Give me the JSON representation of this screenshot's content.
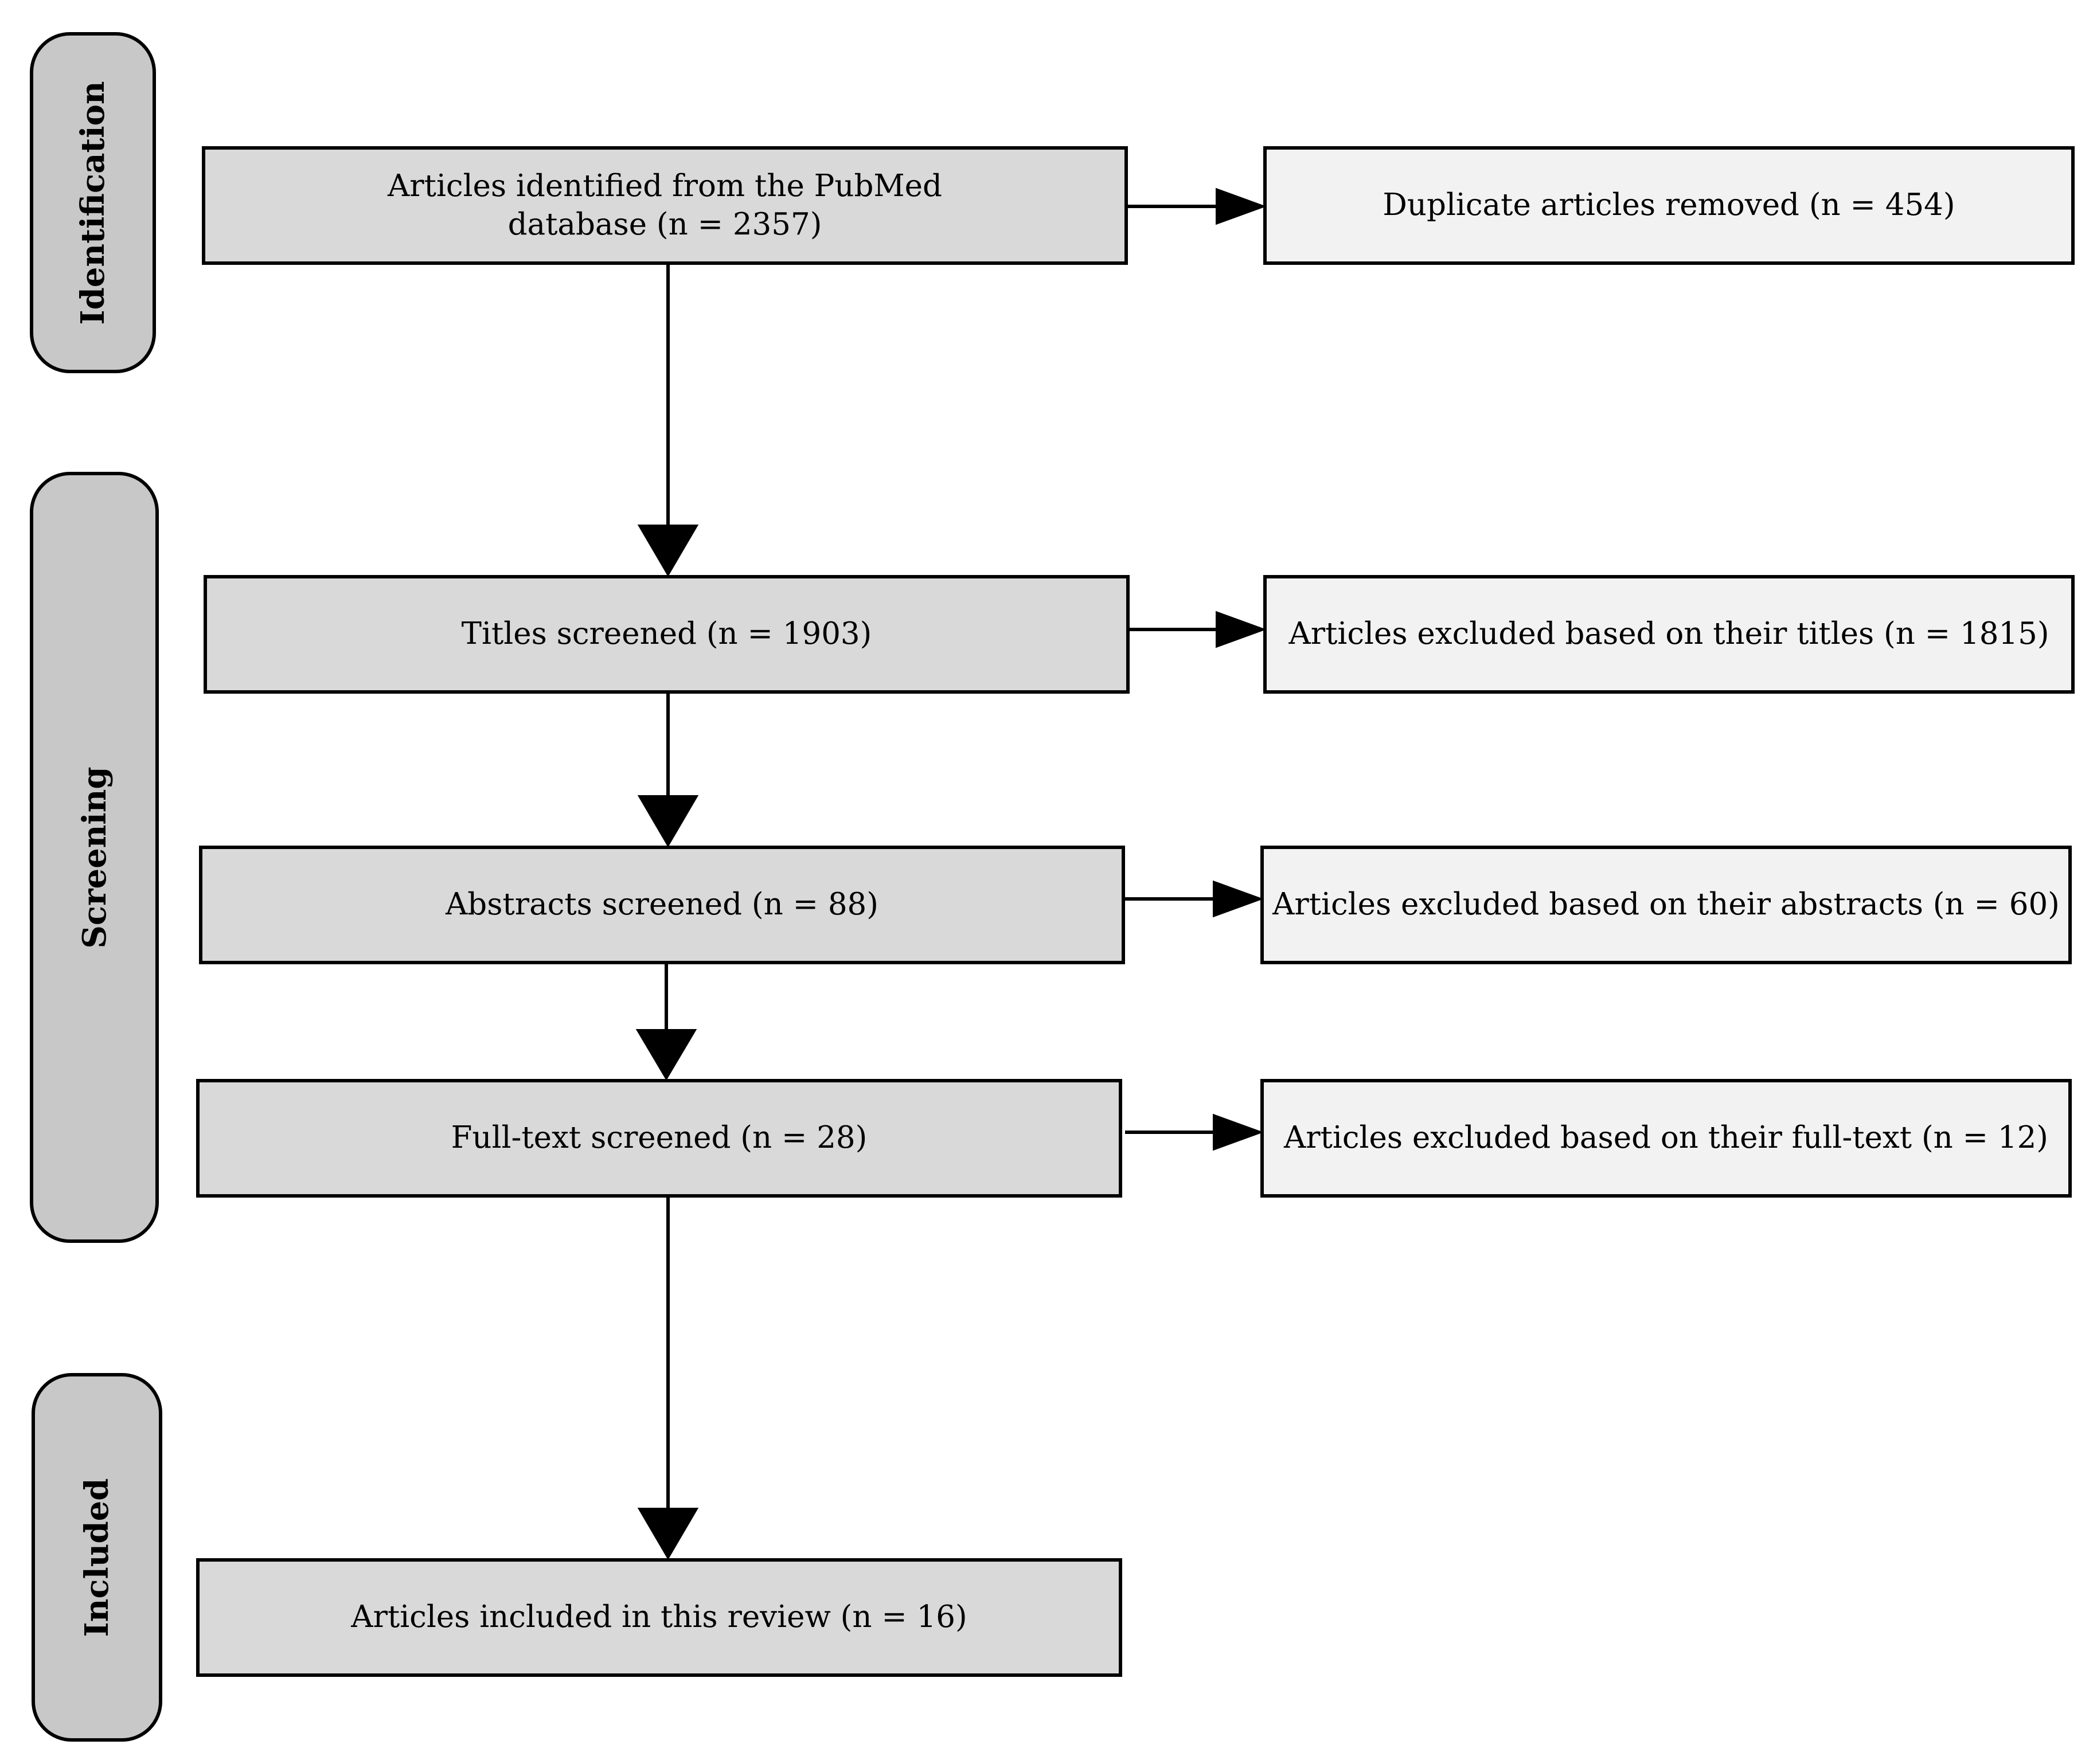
{
  "phases": {
    "identification": "Identification",
    "screening": "Screening",
    "included": "Included"
  },
  "main_boxes": {
    "identified_line1": "Articles identified from the PubMed",
    "identified_line2": "database (n = 2357)",
    "titles_screened": "Titles screened (n = 1903)",
    "abstracts_screened": "Abstracts screened (n = 88)",
    "fulltext_screened": "Full-text screened (n = 28)",
    "included": "Articles included in this review (n = 16)"
  },
  "side_boxes": {
    "duplicates_removed": "Duplicate articles removed (n = 454)",
    "excluded_titles": "Articles excluded based on their titles (n = 1815)",
    "excluded_abstracts": "Articles excluded based on their abstracts (n = 60)",
    "excluded_fulltext": "Articles excluded based on their full-text (n = 12)"
  },
  "colors": {
    "phase_fill": "#c8c8c8",
    "main_fill": "#d9d9d9",
    "side_fill": "#f2f2f2",
    "stroke": "#000000"
  }
}
